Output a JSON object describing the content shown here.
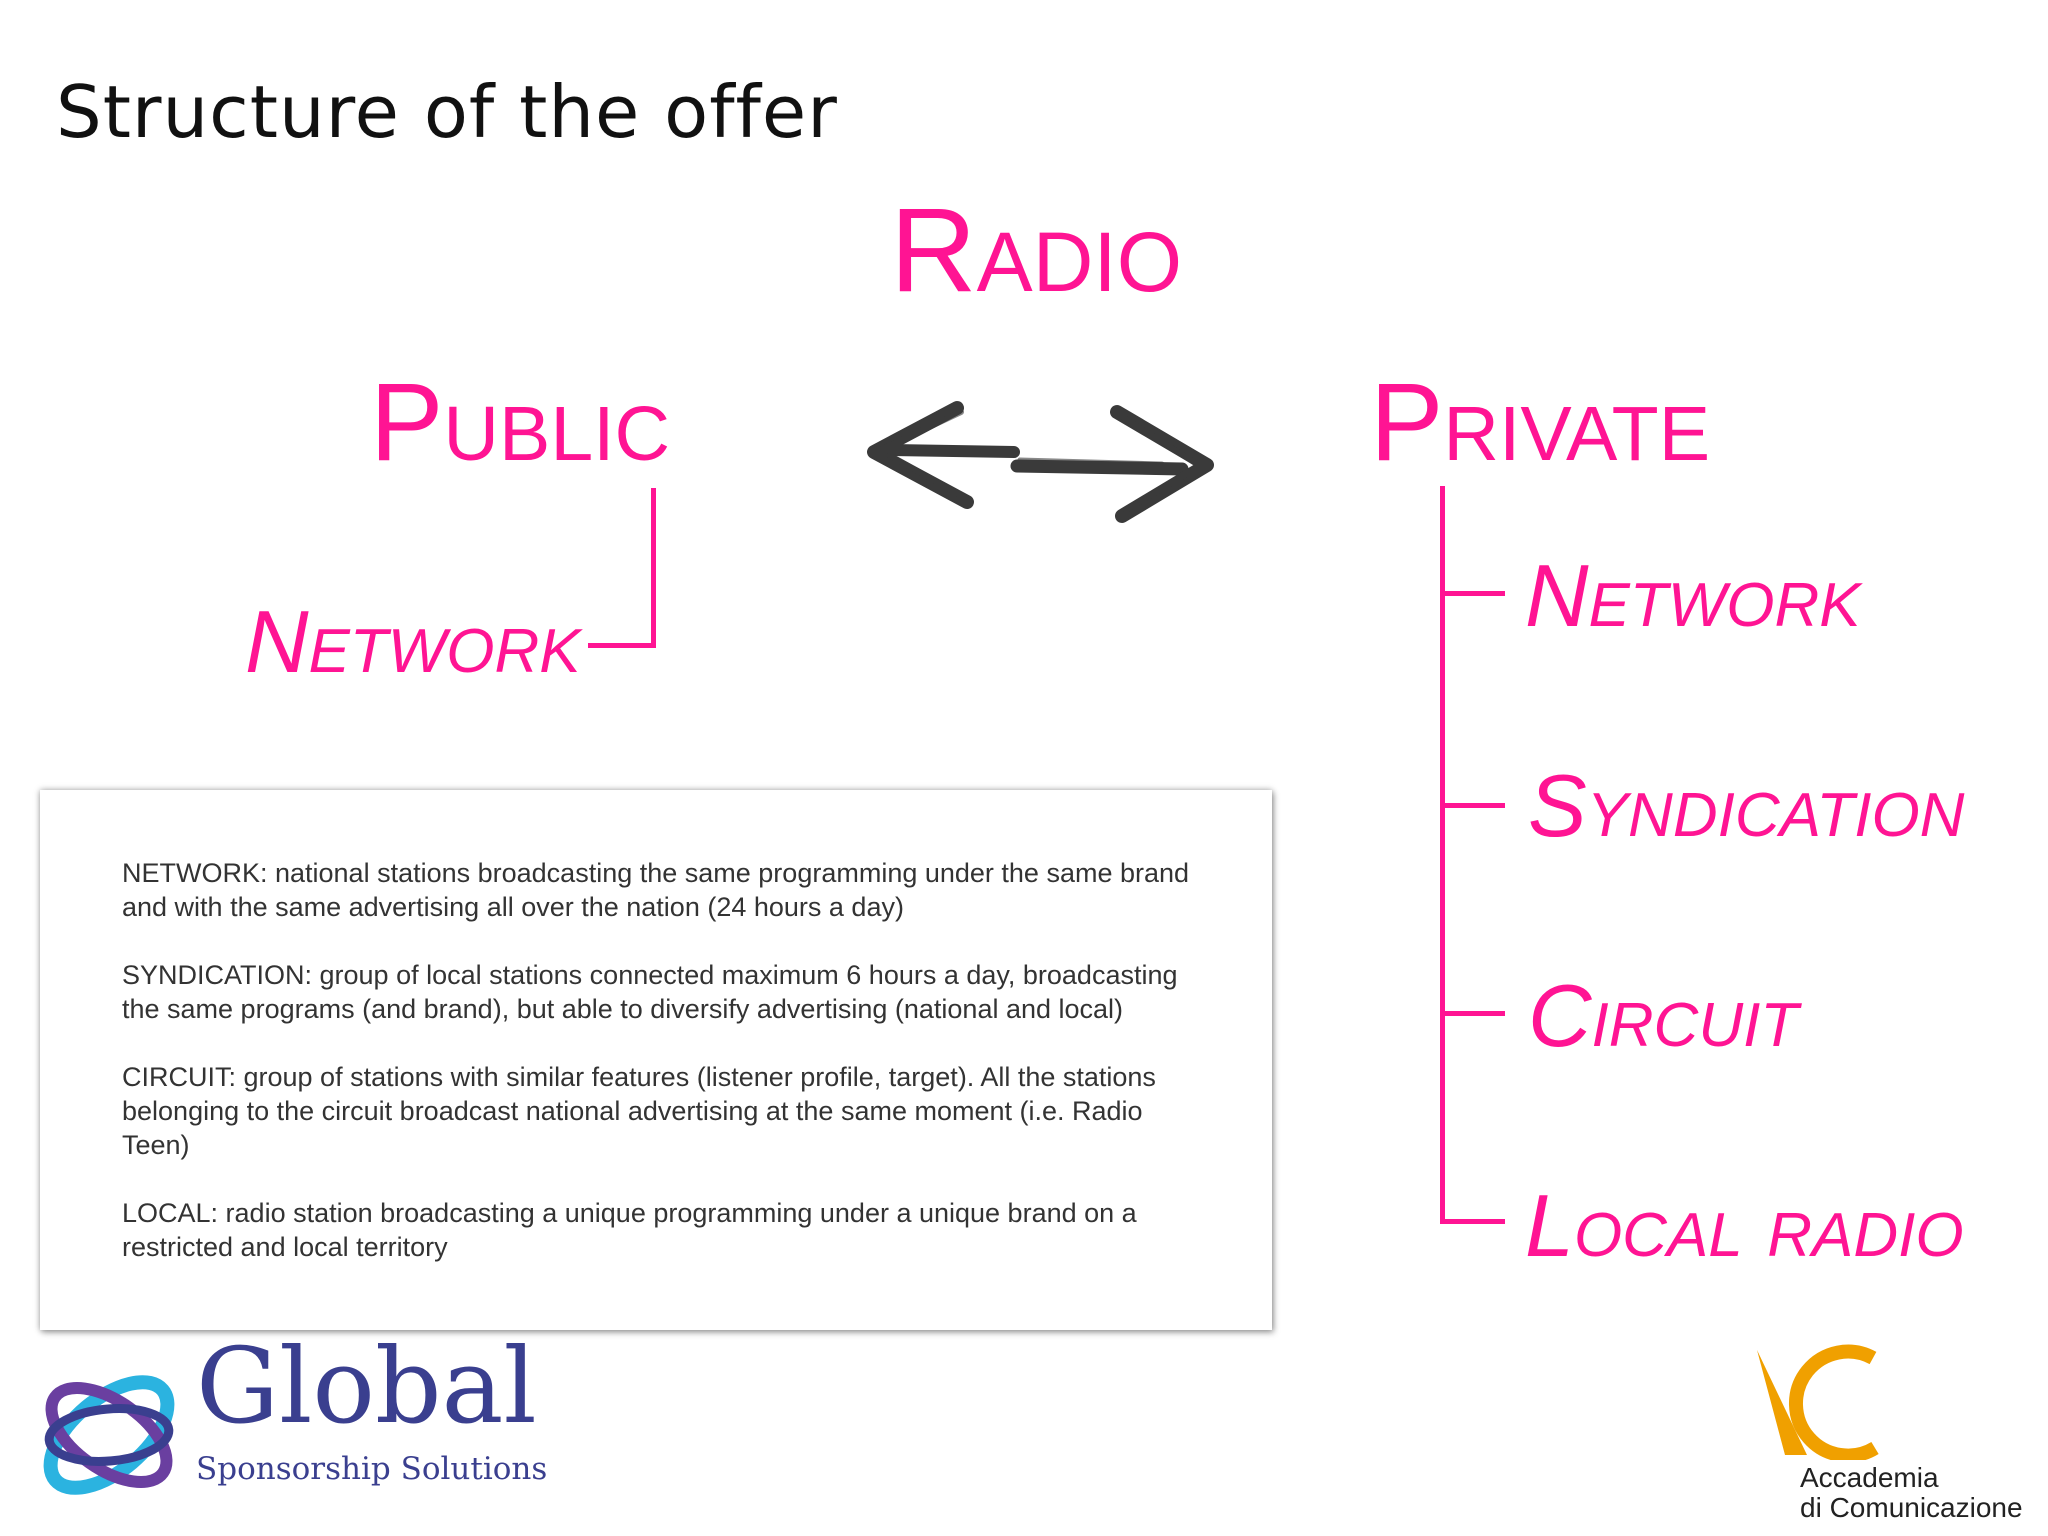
{
  "slide": {
    "title": "Structure of the offer",
    "accent_color": "#ff1493"
  },
  "diagram": {
    "root": "Radio",
    "left_branch": {
      "label": "Public",
      "children": [
        "Network"
      ]
    },
    "right_branch": {
      "label": "Private",
      "children": [
        "Network",
        "Syndication",
        "Circuit",
        "Local radio"
      ]
    },
    "connector": "double-arrow-icon"
  },
  "definitions": [
    "NETWORK: national stations broadcasting the same programming under the same brand and with the same advertising all over the nation (24 hours a day)",
    "SYNDICATION: group of local stations connected maximum 6 hours a day, broadcasting the same programs (and brand), but able to diversify advertising (national and local)",
    "CIRCUIT: group of stations with similar features (listener profile, target). All the stations belonging to the circuit broadcast national advertising at the same moment (i.e. Radio Teen)",
    "LOCAL: radio station broadcasting a unique programming under a unique brand on a restricted and local territory"
  ],
  "logos": {
    "left": {
      "name": "Global",
      "tagline": "Sponsorship Solutions",
      "color": "#3a3f8f"
    },
    "right": {
      "line1": "Accademia",
      "line2": "di Comunicazione",
      "color": "#f0a000"
    }
  }
}
